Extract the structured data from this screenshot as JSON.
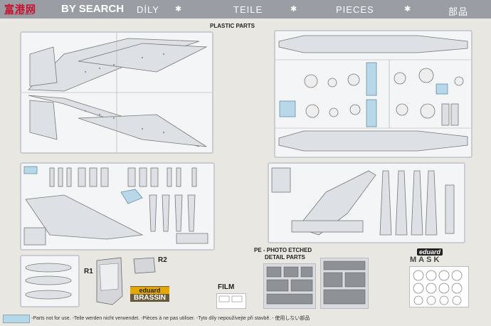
{
  "header": {
    "logo": "富港网",
    "logo_url": "www.shou.com",
    "title": "BY SEARCH",
    "labels": [
      "DÍLY",
      "TEILE",
      "PIECES",
      "部品"
    ],
    "star": "✱"
  },
  "sections": {
    "plastic_parts": "PLASTIC PARTS",
    "pe_title_1": "PE - PHOTO ETCHED",
    "pe_title_2": "DETAIL PARTS",
    "film": "FILM",
    "mask": "MASK",
    "eduard": "eduard"
  },
  "resin": {
    "r1": "R1",
    "r2": "R2",
    "brand_top": "eduard",
    "brand_bottom": "BRASSIN"
  },
  "footer": {
    "note": "-Parts not for use. -Teile werden nicht verwendet. -Pièces à ne pas utiliser. -Tyto díly nepoužívejte při stavbě. - 使用しない部品"
  },
  "colors": {
    "header_bg": "#9a9ea4",
    "unused_highlight": "#b8d8ea",
    "brand_red": "#c8102e",
    "brassin_yellow": "#e5a800"
  }
}
